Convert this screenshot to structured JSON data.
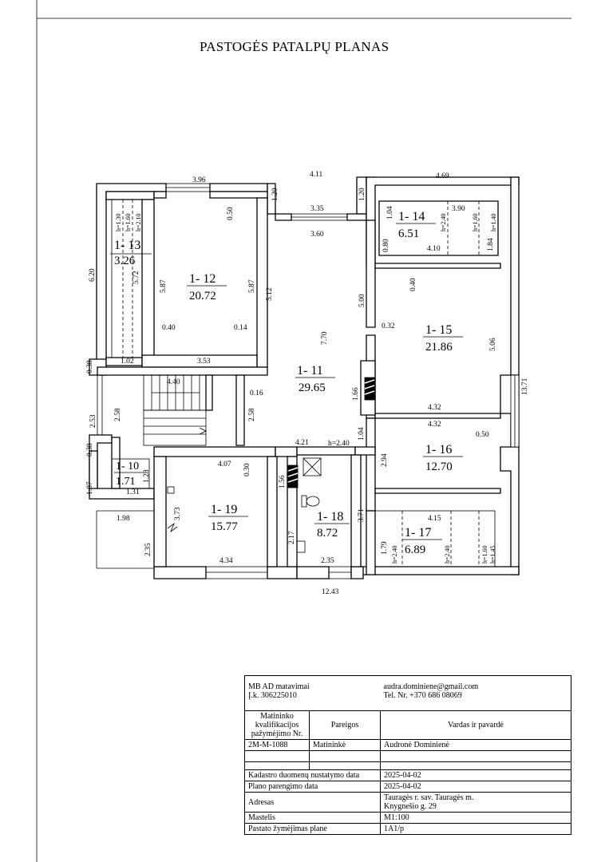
{
  "title": "PASTOGĖS PATALPŲ PLANAS",
  "rooms": [
    {
      "id": "1- 11",
      "area": "29.65"
    },
    {
      "id": "1- 12",
      "area": "20.72"
    },
    {
      "id": "1- 13",
      "area": "3.26"
    },
    {
      "id": "1- 14",
      "area": "6.51"
    },
    {
      "id": "1- 15",
      "area": "21.86"
    },
    {
      "id": "1- 16",
      "area": "12.70"
    },
    {
      "id": "1- 17",
      "area": "6.89"
    },
    {
      "id": "1- 18",
      "area": "8.72"
    },
    {
      "id": "1- 19",
      "area": "15.77"
    },
    {
      "id": "1- 10",
      "area": "1.71"
    }
  ],
  "dims": {
    "d396": "3.96",
    "d411": "4.11",
    "d469": "4.69",
    "d335": "3.35",
    "d360": "3.60",
    "d120a": "1.20",
    "d120b": "1.20",
    "d050": "0.50",
    "d620": "6.20",
    "d587a": "5.87",
    "d587b": "5.87",
    "d572": "5.72",
    "d512": "5.12",
    "d500": "5.00",
    "d770": "7.70",
    "d040a": "0.40",
    "d014": "0.14",
    "d102": "1.02",
    "d353": "3.53",
    "d032": "0.32",
    "d506": "5.06",
    "d1371": "13.71",
    "d432a": "4.32",
    "d432b": "4.32",
    "d050b": "0.50",
    "d040b": "0.40",
    "d080": "0.80",
    "d104a": "1.04",
    "d390": "3.90",
    "d410": "4.10",
    "d184": "1.84",
    "d038a": "0.38",
    "d440": "4.40",
    "d016": "0.16",
    "d258a": "2.58",
    "d258b": "2.58",
    "d253": "2.53",
    "d166": "1.66",
    "d421": "4.21",
    "h240a": "h=2.40",
    "d104b": "1.04",
    "d294": "2.94",
    "d038b": "0.38",
    "d187": "1.87",
    "d128": "1.28",
    "d131": "1.31",
    "d198": "1.98",
    "d235a": "2.35",
    "d407": "4.07",
    "d030": "0.30",
    "d156": "1.56",
    "d373": "3.73",
    "d371": "3.71",
    "d217": "2.17",
    "d434": "4.34",
    "d235b": "2.35",
    "d415": "4.15",
    "d179": "1.79",
    "d1243": "12.43",
    "h130": "h=1.30",
    "h160a": "h=1.60",
    "h210": "h=2.10",
    "h240b": "h=2.40",
    "h160b": "h=1.60",
    "h140": "h=1.40",
    "h240c": "h=2.40",
    "h240d": "h=2.40",
    "h160c": "h=1.60",
    "h145": "h=1.45"
  },
  "info": {
    "company": "MB AD matavimai",
    "company_code": "Į.k. 306225010",
    "email": "audra.dominiene@gmail.com",
    "phone": "Tel. Nr. +370 686 08069",
    "col1_header": "Matininko kvalifikacijos pažymėjimo Nr.",
    "col2_header": "Pareigos",
    "col3_header": "Vardas ir pavardė",
    "cert_no": "2M-M-1088",
    "position": "Matininkė",
    "name": "Audronė Dominienė",
    "rows": [
      {
        "label": "Kadastro duomenų nustatymo data",
        "value": "2025-04-02"
      },
      {
        "label": "Plano parengimo data",
        "value": "2025-04-02"
      },
      {
        "label": "Adresas",
        "value": "Tauragės r. sav. Tauragės m.",
        "value2": "Knygnešio g. 29"
      },
      {
        "label": "Mastelis",
        "value": "M1:100"
      },
      {
        "label": "Pastato žymėjimas plane",
        "value": "1A1/p"
      }
    ]
  }
}
